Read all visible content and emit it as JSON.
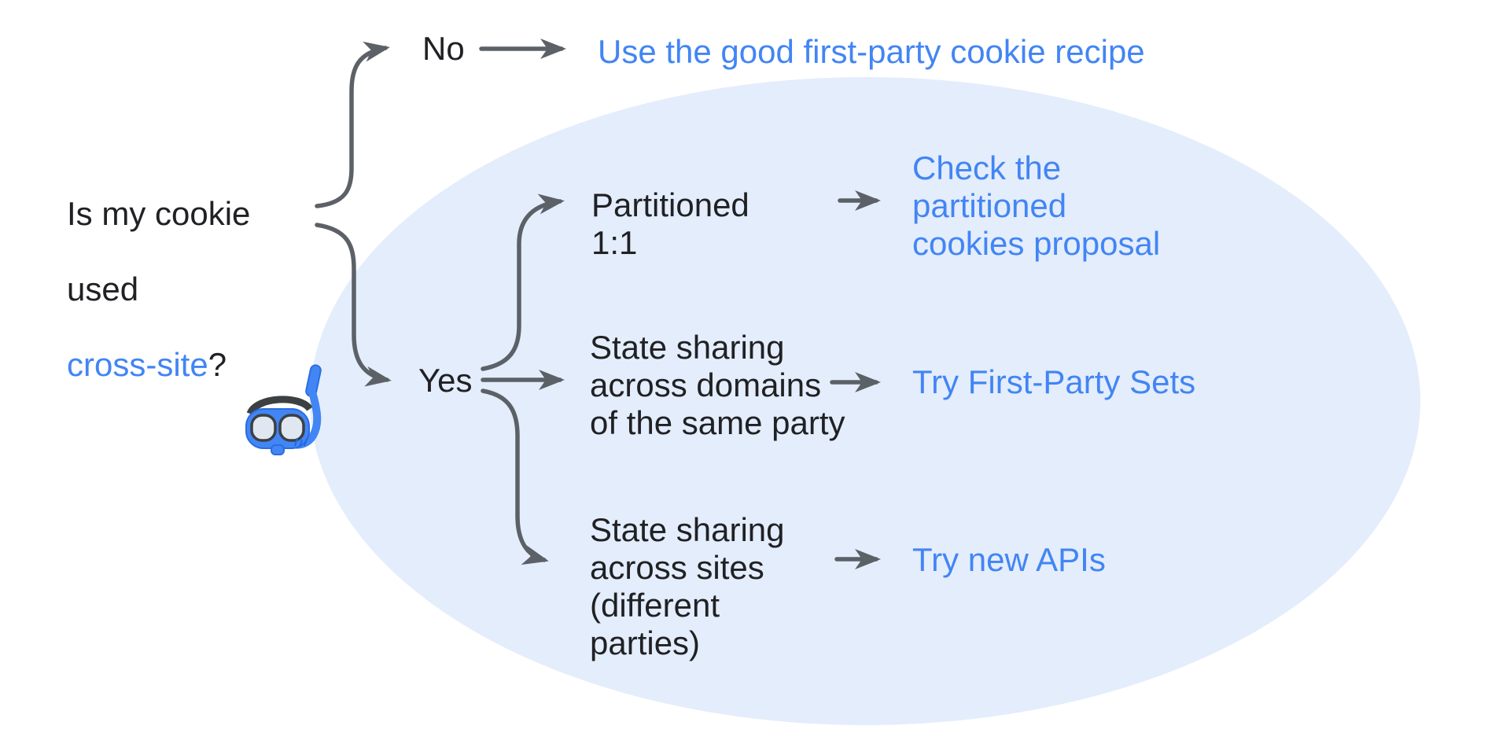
{
  "diagram": {
    "question": {
      "line1": "Is my cookie",
      "line2": "used",
      "highlight": "cross-site",
      "suffix": "?"
    },
    "branch_no": {
      "label": "No",
      "answer": "Use the good first-party cookie recipe"
    },
    "branch_yes": {
      "label": "Yes",
      "cases": [
        {
          "label": "Partitioned\n1:1",
          "answer": "Check the\npartitioned\ncookies proposal"
        },
        {
          "label": "State sharing\nacross domains\nof the same party",
          "answer": "Try First-Party Sets"
        },
        {
          "label": "State sharing\nacross sites\n(different\nparties)",
          "answer": "Try new APIs"
        }
      ]
    },
    "icons": {
      "diving_mask": "diving-mask-icon"
    },
    "colors": {
      "link_blue": "#4285F4",
      "text_black": "#202124",
      "arrow_gray": "#5B6167",
      "ellipse_fill": "#E4EDFB"
    }
  }
}
